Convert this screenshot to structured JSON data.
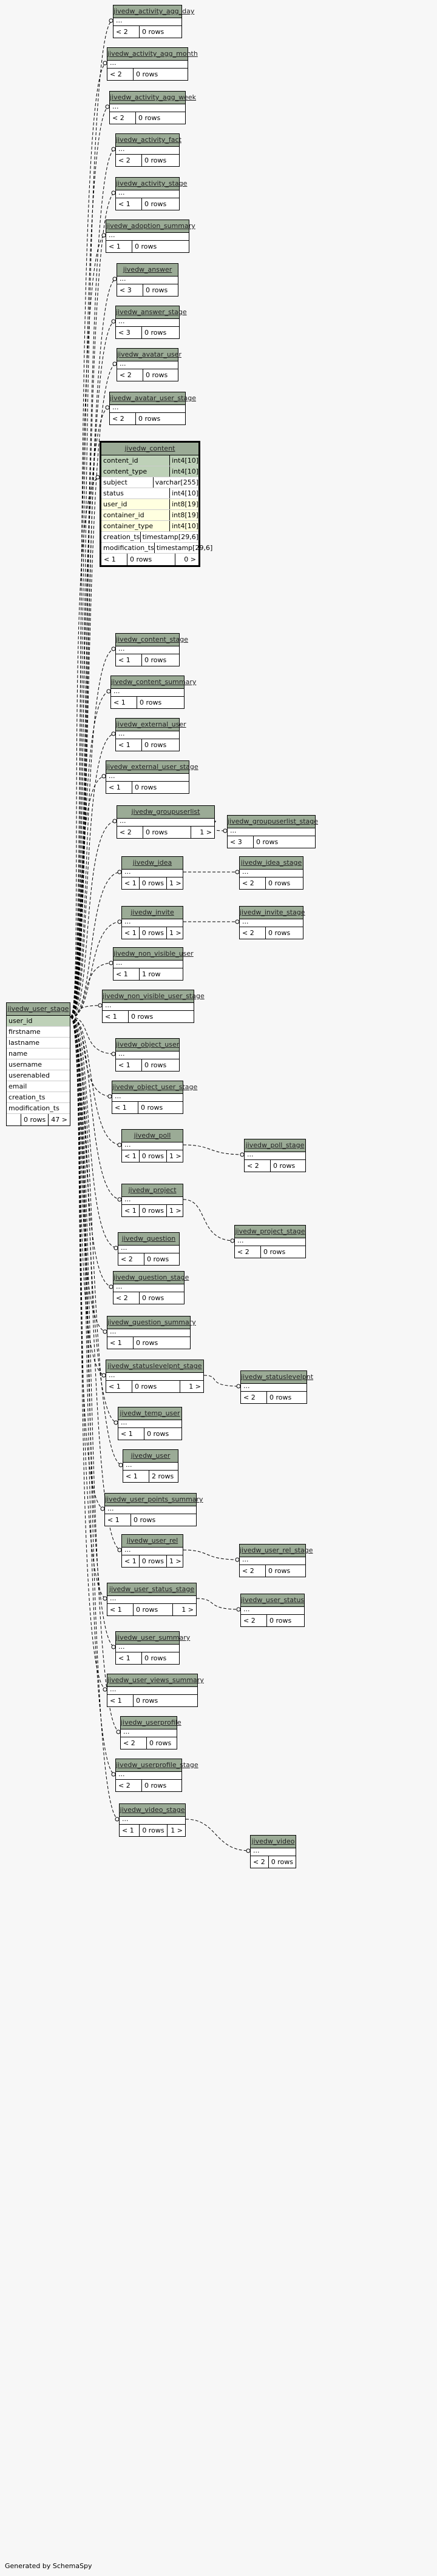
{
  "generated_by": "Generated by SchemaSpy",
  "tables": [
    {
      "name": "jivedw_activity_agg_day",
      "rows": "0 rows",
      "fk": "< 2"
    },
    {
      "name": "jivedw_activity_agg_month",
      "rows": "0 rows",
      "fk": "< 2"
    },
    {
      "name": "jivedw_activity_agg_week",
      "rows": "0 rows",
      "fk": "< 2"
    },
    {
      "name": "jivedw_activity_fact",
      "rows": "0 rows",
      "fk": "< 2"
    },
    {
      "name": "jivedw_activity_stage",
      "rows": "0 rows",
      "fk": "< 1"
    },
    {
      "name": "jivedw_adoption_summary",
      "rows": "0 rows",
      "fk": "< 1"
    },
    {
      "name": "jivedw_answer",
      "rows": "0 rows",
      "fk": "< 3"
    },
    {
      "name": "jivedw_answer_stage",
      "rows": "0 rows",
      "fk": "< 3"
    },
    {
      "name": "jivedw_avatar_user",
      "rows": "0 rows",
      "fk": "< 2"
    },
    {
      "name": "jivedw_avatar_user_stage",
      "rows": "0 rows",
      "fk": "< 2"
    },
    {
      "name": "jivedw_content_stage",
      "rows": "0 rows",
      "fk": "< 1"
    },
    {
      "name": "jivedw_content_summary",
      "rows": "0 rows",
      "fk": "< 1"
    },
    {
      "name": "jivedw_external_user",
      "rows": "0 rows",
      "fk": "< 1"
    },
    {
      "name": "jivedw_external_user_stage",
      "rows": "0 rows",
      "fk": "< 1"
    },
    {
      "name": "jivedw_groupuserlist",
      "rows": "0 rows",
      "fk": "< 2",
      "kids": "1 >"
    },
    {
      "name": "jivedw_groupuserlist_stage",
      "rows": "0 rows",
      "fk": "< 3"
    },
    {
      "name": "jivedw_idea",
      "rows": "0 rows",
      "fk": "< 1",
      "kids": "1 >"
    },
    {
      "name": "jivedw_idea_stage",
      "rows": "0 rows",
      "fk": "< 2"
    },
    {
      "name": "jivedw_invite",
      "rows": "0 rows",
      "fk": "< 1",
      "kids": "1 >"
    },
    {
      "name": "jivedw_invite_stage",
      "rows": "0 rows",
      "fk": "< 2"
    },
    {
      "name": "jivedw_non_visible_user",
      "rows": "1 row",
      "fk": "< 1"
    },
    {
      "name": "jivedw_non_visible_user_stage",
      "rows": "0 rows",
      "fk": "< 1"
    },
    {
      "name": "jivedw_object_user",
      "rows": "0 rows",
      "fk": "< 1"
    },
    {
      "name": "jivedw_object_user_stage",
      "rows": "0 rows",
      "fk": "< 1"
    },
    {
      "name": "jivedw_poll",
      "rows": "0 rows",
      "fk": "< 1",
      "kids": "1 >"
    },
    {
      "name": "jivedw_poll_stage",
      "rows": "0 rows",
      "fk": "< 2"
    },
    {
      "name": "jivedw_project",
      "rows": "0 rows",
      "fk": "< 1",
      "kids": "1 >"
    },
    {
      "name": "jivedw_project_stage",
      "rows": "0 rows",
      "fk": "< 2"
    },
    {
      "name": "jivedw_question",
      "rows": "0 rows",
      "fk": "< 2"
    },
    {
      "name": "jivedw_question_stage",
      "rows": "0 rows",
      "fk": "< 2"
    },
    {
      "name": "jivedw_question_summary",
      "rows": "0 rows",
      "fk": "< 1"
    },
    {
      "name": "jivedw_statuslevelpnt_stage",
      "rows": "0 rows",
      "fk": "< 1",
      "kids": "1 >"
    },
    {
      "name": "jivedw_statuslevelpnt",
      "rows": "0 rows",
      "fk": "< 2"
    },
    {
      "name": "jivedw_temp_user",
      "rows": "0 rows",
      "fk": "< 1"
    },
    {
      "name": "jivedw_user",
      "rows": "2 rows",
      "fk": "< 1"
    },
    {
      "name": "jivedw_user_points_summary",
      "rows": "0 rows",
      "fk": "< 1"
    },
    {
      "name": "jivedw_user_rel",
      "rows": "0 rows",
      "fk": "< 1",
      "kids": "1 >"
    },
    {
      "name": "jivedw_user_rel_stage",
      "rows": "0 rows",
      "fk": "< 2"
    },
    {
      "name": "jivedw_user_status_stage",
      "rows": "0 rows",
      "fk": "< 1",
      "kids": "1 >"
    },
    {
      "name": "jivedw_user_status",
      "rows": "0 rows",
      "fk": "< 2"
    },
    {
      "name": "jivedw_user_summary",
      "rows": "0 rows",
      "fk": "< 1"
    },
    {
      "name": "jivedw_user_views_summary",
      "rows": "0 rows",
      "fk": "< 1"
    },
    {
      "name": "jivedw_userprofile",
      "rows": "0 rows",
      "fk": "< 2"
    },
    {
      "name": "jivedw_userprofile_stage",
      "rows": "0 rows",
      "fk": "< 2"
    },
    {
      "name": "jivedw_video_stage",
      "rows": "0 rows",
      "fk": "< 1",
      "kids": "1 >"
    },
    {
      "name": "jivedw_video",
      "rows": "0 rows",
      "fk": "< 2"
    }
  ],
  "content_table": {
    "name": "jivedw_content",
    "columns": [
      {
        "name": "content_id",
        "type": "int4[10]",
        "kind": "pk"
      },
      {
        "name": "content_type",
        "type": "int4[10]",
        "kind": "pk"
      },
      {
        "name": "subject",
        "type": "varchar[255]",
        "kind": ""
      },
      {
        "name": "status",
        "type": "int4[10]",
        "kind": ""
      },
      {
        "name": "user_id",
        "type": "int8[19]",
        "kind": "fk"
      },
      {
        "name": "container_id",
        "type": "int8[19]",
        "kind": "fk"
      },
      {
        "name": "container_type",
        "type": "int4[10]",
        "kind": "fk"
      },
      {
        "name": "creation_ts",
        "type": "timestamp[29,6]",
        "kind": ""
      },
      {
        "name": "modification_ts",
        "type": "timestamp[29,6]",
        "kind": ""
      }
    ],
    "fk": "< 1",
    "rows": "0 rows",
    "kids": "0 >"
  },
  "user_stage_table": {
    "name": "jivedw_user_stage",
    "columns": [
      {
        "name": "user_id",
        "kind": "pk"
      },
      {
        "name": "firstname",
        "kind": ""
      },
      {
        "name": "lastname",
        "kind": ""
      },
      {
        "name": "name",
        "kind": ""
      },
      {
        "name": "username",
        "kind": ""
      },
      {
        "name": "userenabled",
        "kind": ""
      },
      {
        "name": "email",
        "kind": ""
      },
      {
        "name": "creation_ts",
        "kind": ""
      },
      {
        "name": "modification_ts",
        "kind": ""
      }
    ],
    "rows": "0 rows",
    "kids": "47 >"
  }
}
